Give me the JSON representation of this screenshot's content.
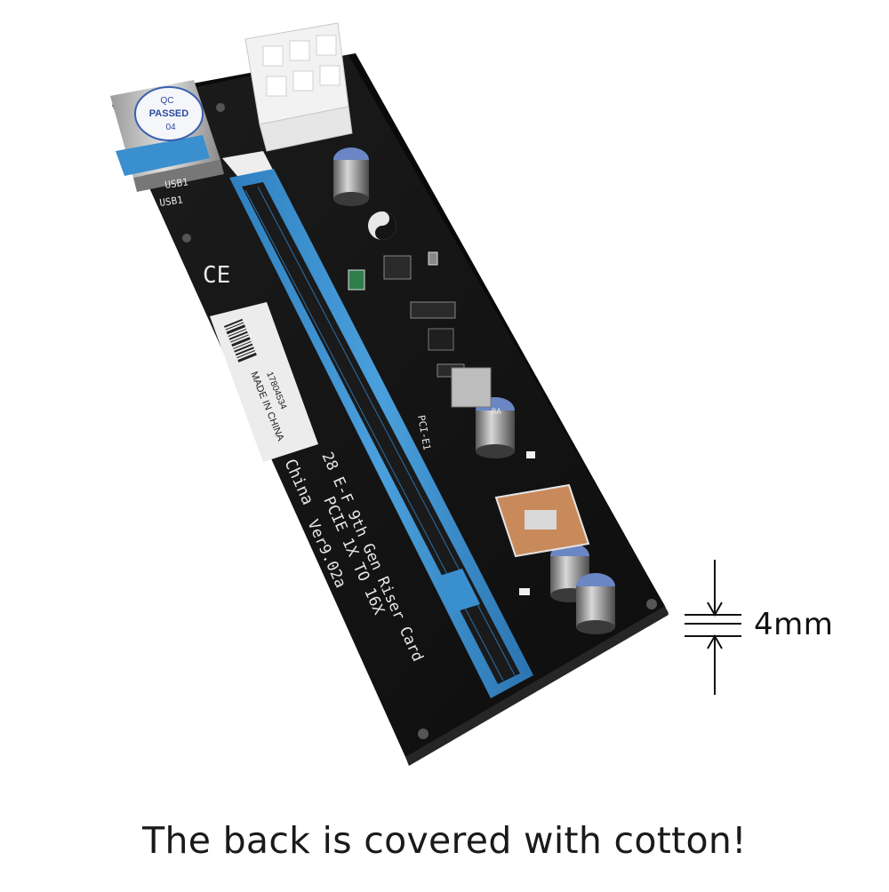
{
  "image": {
    "subject": "pcie-riser-card"
  },
  "qc_sticker": {
    "line1": "QC",
    "line2": "PASSED",
    "line3": "04"
  },
  "usb_label_top": "USB1",
  "usb_label_bottom": "USB1",
  "ce_mark": "CE",
  "barcode_label": {
    "number": "17804534",
    "origin": "MADE IN CHINA"
  },
  "board_text": {
    "line1": "China",
    "line2": "28 E-F 9th  Gen Riser Card",
    "line3": "PCIE 1X TO 16X",
    "line4": "Ver9.02a",
    "pci_label": "PCI-E1",
    "cap_text": "RA"
  },
  "dimension": {
    "label": "4mm"
  },
  "caption": "The back is covered with cotton!",
  "colors": {
    "board": "#141414",
    "slot": "#3a8fcf",
    "background": "#ffffff"
  }
}
